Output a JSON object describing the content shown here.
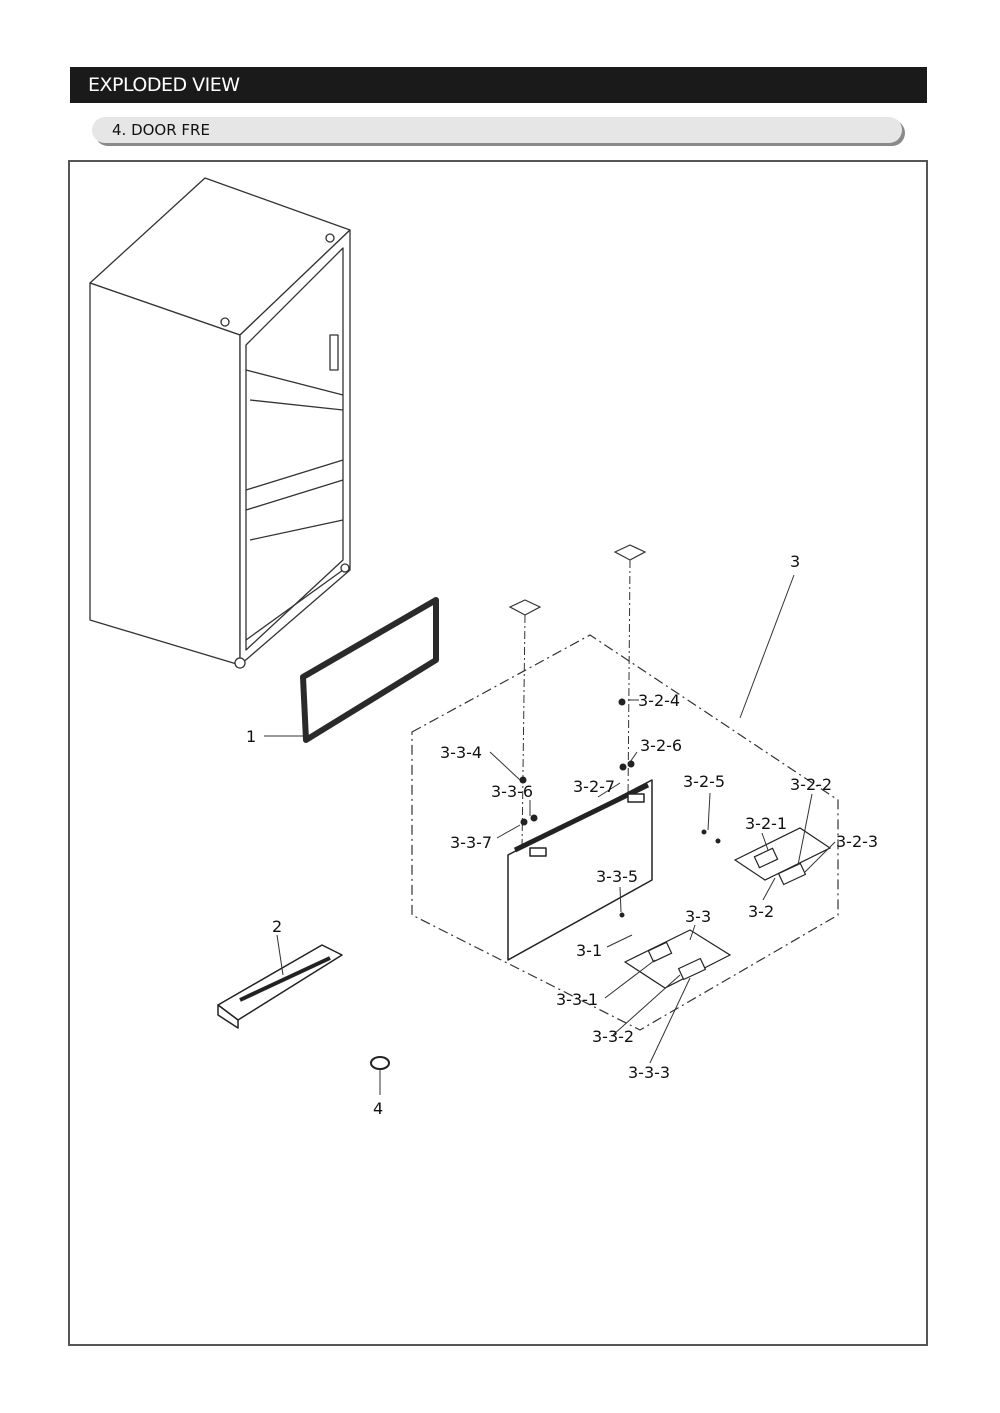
{
  "header": {
    "title": "EXPLODED VIEW"
  },
  "section": {
    "label": "4. DOOR FRE"
  },
  "callouts": {
    "c1": "1",
    "c2": "2",
    "c3": "3",
    "c4": "4",
    "c3_1": "3-1",
    "c3_2": "3-2",
    "c3_2_1": "3-2-1",
    "c3_2_2": "3-2-2",
    "c3_2_3": "3-2-3",
    "c3_2_4": "3-2-4",
    "c3_2_5": "3-2-5",
    "c3_2_6": "3-2-6",
    "c3_2_7": "3-2-7",
    "c3_3": "3-3",
    "c3_3_1": "3-3-1",
    "c3_3_2": "3-3-2",
    "c3_3_3": "3-3-3",
    "c3_3_4": "3-3-4",
    "c3_3_5": "3-3-5",
    "c3_3_6": "3-3-6",
    "c3_3_7": "3-3-7"
  }
}
